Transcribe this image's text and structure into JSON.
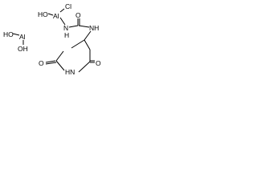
{
  "molecule": {
    "atoms": {
      "ho_top": "HO",
      "cl": "Cl",
      "al_top": "Al",
      "o_carbonyl_top": "O",
      "n_urea": "N",
      "h_urea": "H",
      "nh_ring": "NH",
      "al_left": "Al",
      "ho_left": "HO",
      "oh_left": "OH",
      "hn_ring": "HN",
      "o_ring_left": "O",
      "o_ring_right": "O"
    }
  },
  "colors": {
    "ink": "#000000",
    "background": "#ffffff"
  }
}
